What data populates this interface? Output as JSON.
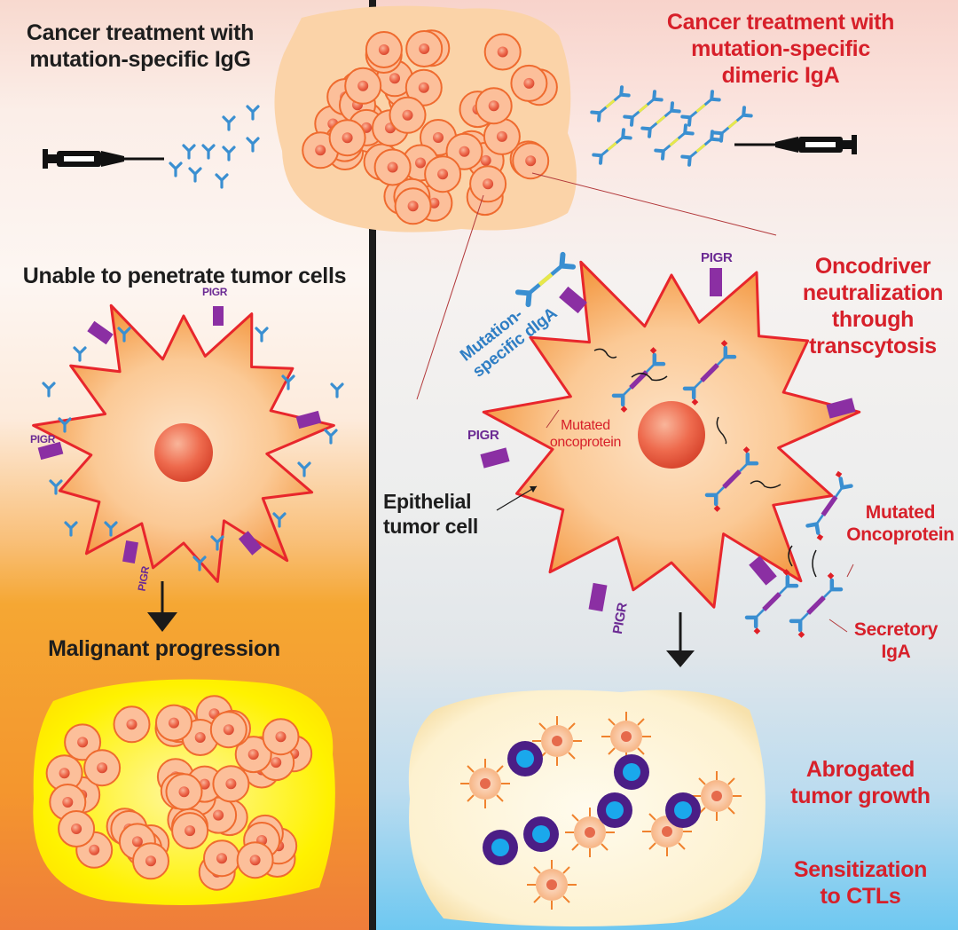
{
  "left": {
    "title": "Cancer treatment with\nmutation-specific IgG",
    "step1": "Unable to penetrate tumor cells",
    "step2": "Malignant progression",
    "pigr_labels": [
      "PIGR",
      "PIGR",
      "PIGR"
    ]
  },
  "right": {
    "title": "Cancer treatment with\nmutation-specific\ndimeric IgA",
    "mechanism": "Oncodriver\nneutralization\nthrough\ntranscytosis",
    "dIgA_label": "Mutation-\nspecific dIgA",
    "mutated_oncoprotein_inner": "Mutated\noncoprotein",
    "epithelial_label": "Epithelial\ntumor cell",
    "mutated_oncoprotein_outer": "Mutated\nOncoprotein",
    "secretory_iga": "Secretory\nIgA",
    "outcome1": "Abrogated\ntumor growth",
    "outcome2": "Sensitization\nto CTLs",
    "pigr_labels": [
      "PIGR",
      "PIGR",
      "PIGR"
    ]
  },
  "colors": {
    "accent_red": "#d7202a",
    "antibody_blue": "#3a8fd1",
    "pigr_purple": "#8b2fa3",
    "ctl_purple": "#4b1e86",
    "ctl_cyan": "#1aa8ec",
    "tumor_orange": "#f08a2c"
  }
}
